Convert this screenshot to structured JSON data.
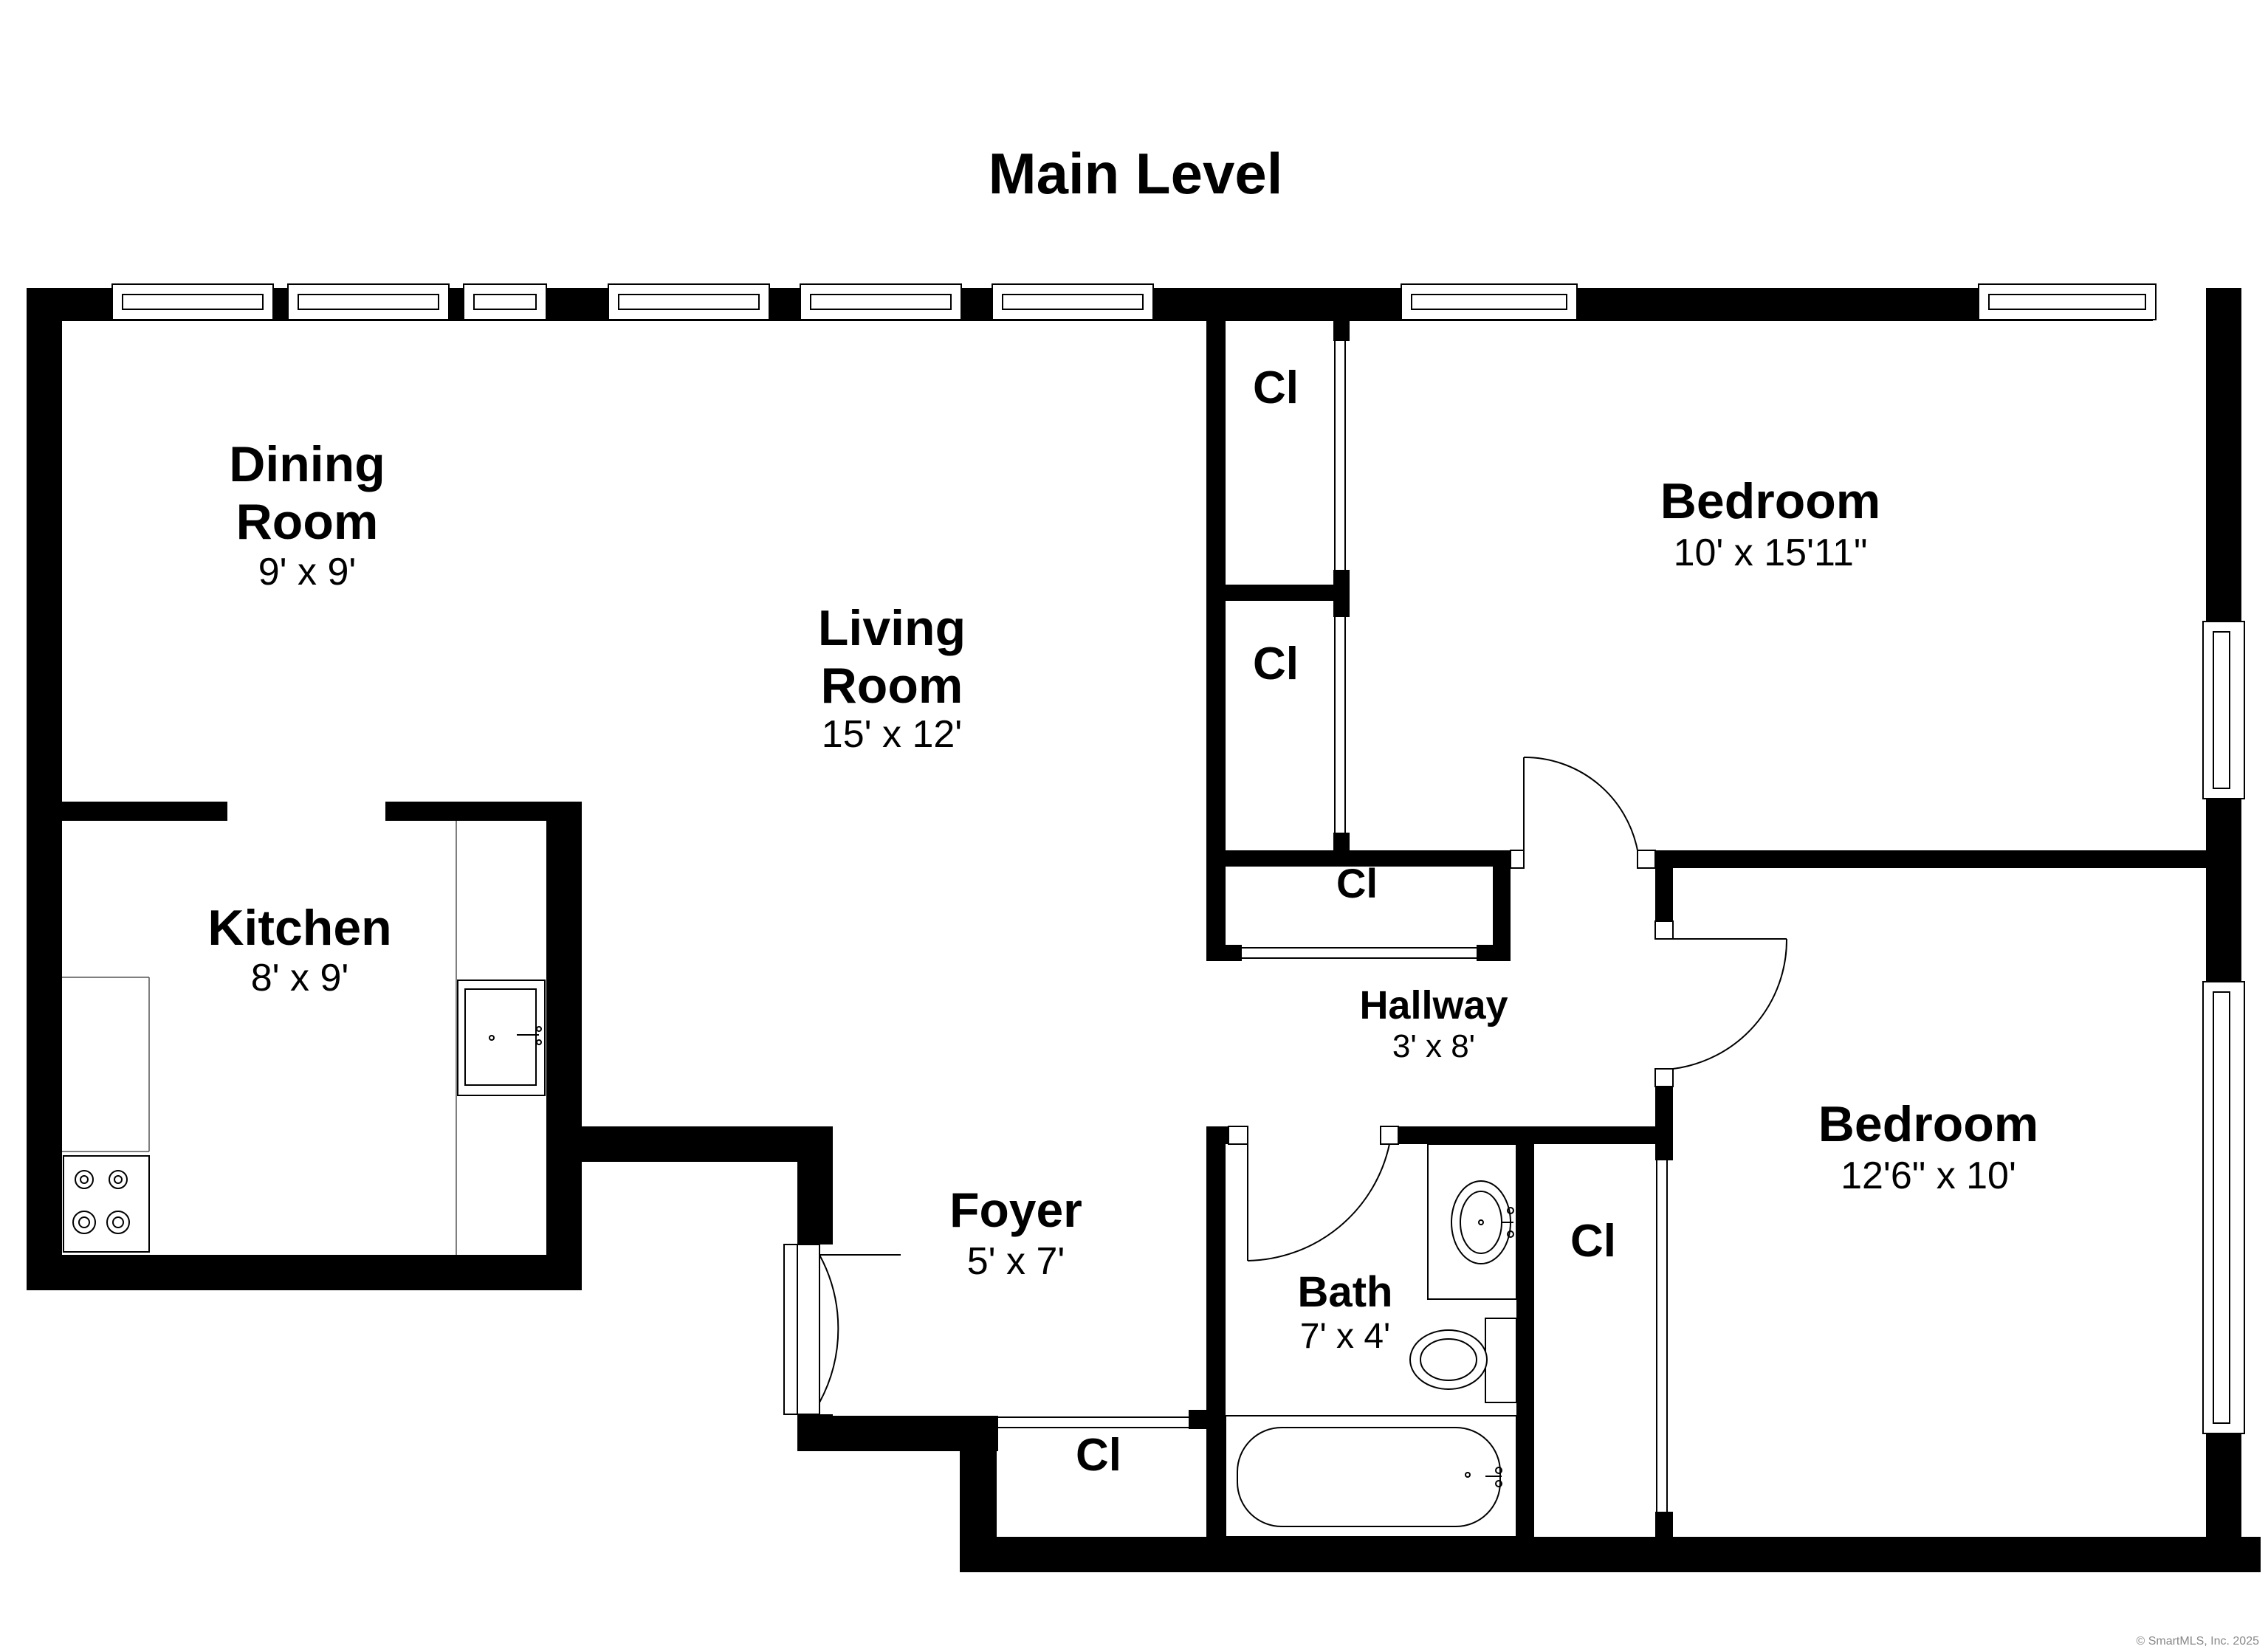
{
  "title": "Main Level",
  "credit": "© SmartMLS, Inc. 2025",
  "rooms": {
    "dining": {
      "name_line1": "Dining",
      "name_line2": "Room",
      "dims": "9' x 9'"
    },
    "living": {
      "name_line1": "Living",
      "name_line2": "Room",
      "dims": "15' x 12'"
    },
    "kitchen": {
      "name": "Kitchen",
      "dims": "8' x 9'"
    },
    "bedroom1": {
      "name": "Bedroom",
      "dims": "10' x 15'11\""
    },
    "bedroom2": {
      "name": "Bedroom",
      "dims": "12'6\" x 10'"
    },
    "hallway": {
      "name": "Hallway",
      "dims": "3' x 8'"
    },
    "foyer": {
      "name": "Foyer",
      "dims": "5' x 7'"
    },
    "bath": {
      "name": "Bath",
      "dims": "7' x 4'"
    },
    "closets": {
      "c1": "Cl",
      "c2": "Cl",
      "c3": "Cl",
      "c4": "Cl",
      "c5": "Cl"
    }
  },
  "colors": {
    "wall": "#000000",
    "background": "#ffffff"
  }
}
